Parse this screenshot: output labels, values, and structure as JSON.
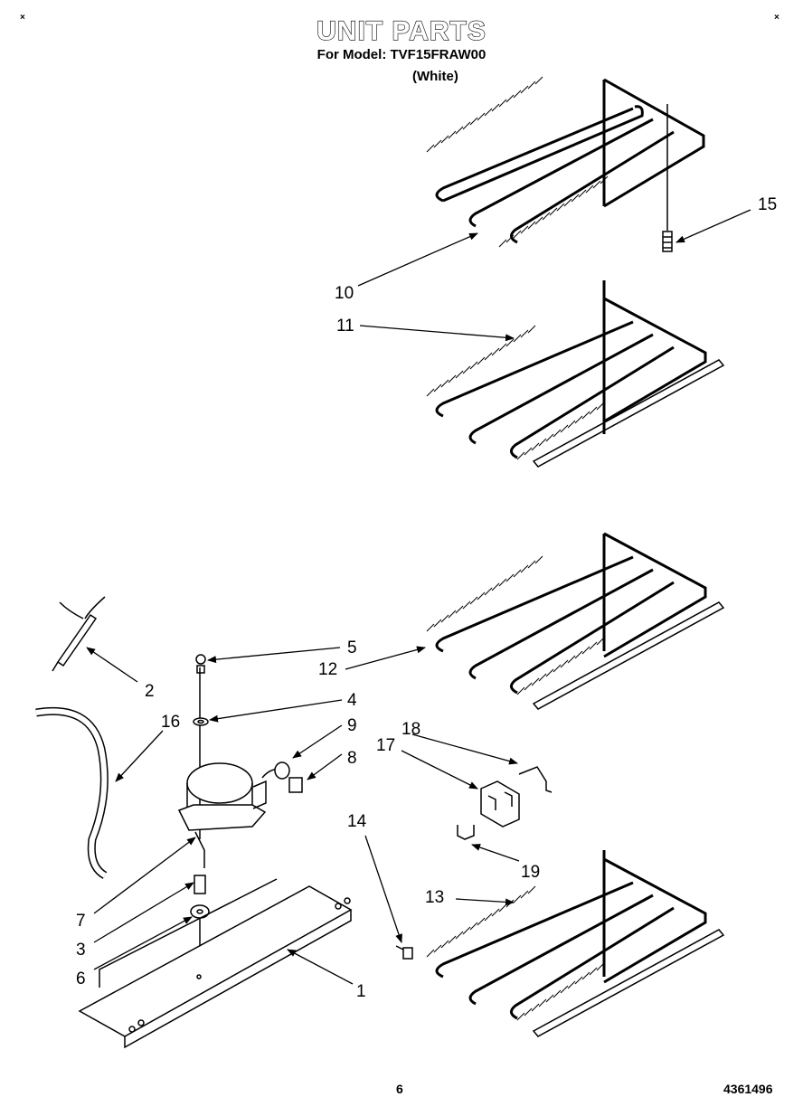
{
  "header": {
    "title": "UNIT PARTS",
    "model_line": "For Model: TVF15FRAW00",
    "color_line": "(White)"
  },
  "corner_marks": [
    "×",
    "×"
  ],
  "callouts": [
    "15",
    "10",
    "11",
    "5",
    "12",
    "2",
    "4",
    "16",
    "9",
    "18",
    "17",
    "8",
    "14",
    "19",
    "13",
    "7",
    "3",
    "6",
    "1"
  ],
  "footer": {
    "page_number": "6",
    "document_number": "4361496"
  }
}
